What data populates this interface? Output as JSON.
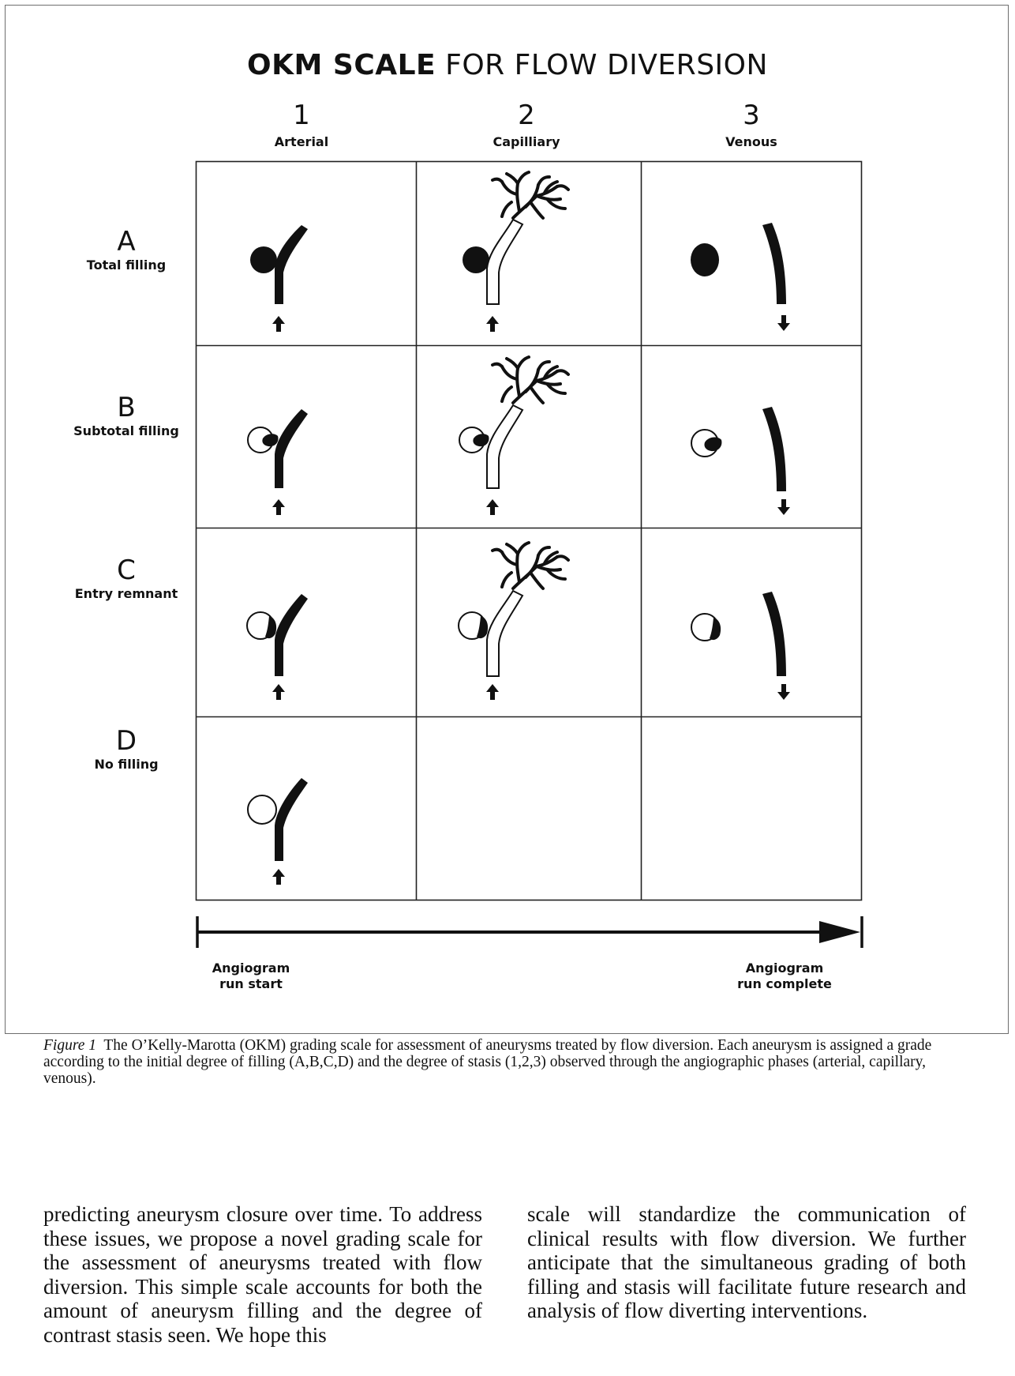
{
  "figure": {
    "title_bold": "OKM SCALE",
    "title_rest": "FOR FLOW DIVERSION",
    "columns": [
      {
        "number": "1",
        "name": "Arterial"
      },
      {
        "number": "2",
        "name": "Capilliary"
      },
      {
        "number": "3",
        "name": "Venous"
      }
    ],
    "rows": [
      {
        "letter": "A",
        "name": "Total filling"
      },
      {
        "letter": "B",
        "name": "Subtotal filling"
      },
      {
        "letter": "C",
        "name": "Entry remnant"
      },
      {
        "letter": "D",
        "name": "No filling"
      }
    ],
    "timeline_start": [
      "Angiogram",
      "run start"
    ],
    "timeline_end": [
      "Angiogram",
      "run complete"
    ]
  },
  "caption": {
    "label": "Figure 1",
    "text": "The O’Kelly-Marotta (OKM) grading scale for assessment of aneurysms treated by flow diversion. Each aneurysm is assigned a grade according to the initial degree of filling (A,B,C,D) and the degree of stasis (1,2,3) observed through the angiographic phases (arterial, capillary, venous)."
  },
  "body": {
    "left_column": "predicting aneurysm closure over time. To address these issues, we propose a novel grading scale for the assessment of aneurysms treated with flow diversion. This simple scale accounts for both the amount of aneurysm filling and the degree of contrast stasis seen. We hope this",
    "right_column": "scale will standardize the communication of clinical results with flow diversion. We further anticipate that the simultaneous grading of both filling and stasis will facilitate future research and analysis of flow diverting interventions."
  }
}
